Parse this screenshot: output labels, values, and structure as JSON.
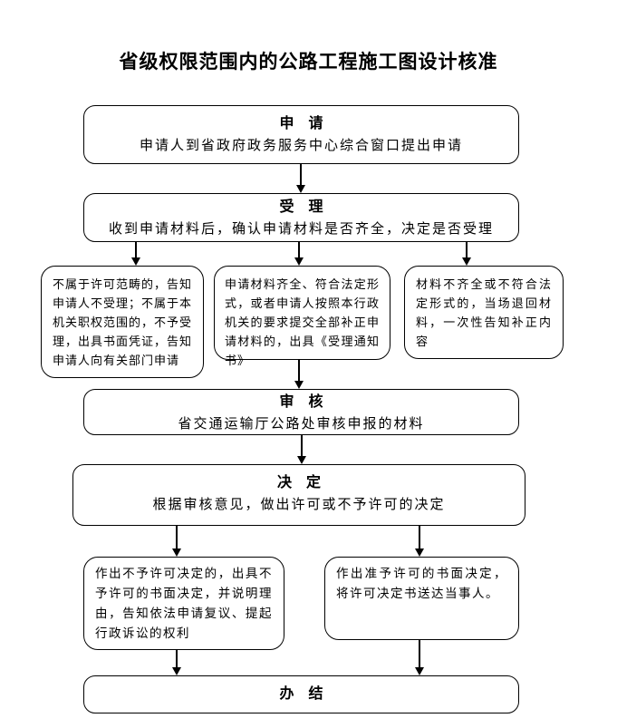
{
  "page_title": "省级权限范围内的公路工程施工图设计核准",
  "colors": {
    "ink": "#000000",
    "background": "#ffffff"
  },
  "flowchart": {
    "apply": {
      "heading": "申　请",
      "body": "申请人到省政府政务服务中心综合窗口提出申请"
    },
    "accept": {
      "heading": "受　理",
      "body": "收到申请材料后，确认申请材料是否齐全，决定是否受理"
    },
    "not_accepted": {
      "body": "不属于许可范畴的，告知申请人不受理；不属于本机关职权范围的，不予受理，出具书面凭证，告知申请人向有关部门申请"
    },
    "accepted": {
      "body": "申请材料齐全、符合法定形式，或者申请人按照本行政机关的要求提交全部补正申请材料的，出具《受理通知书》"
    },
    "returned": {
      "body": "材料不齐全或不符合法定形式的，当场退回材料，一次性告知补正内容"
    },
    "review": {
      "heading": "审　核",
      "body": "省交通运输厅公路处审核申报的材料"
    },
    "decision": {
      "heading": "决　定",
      "body": "根据审核意见，做出许可或不予许可的决定"
    },
    "deny": {
      "body": "作出不予许可决定的，出具不予许可的书面决定，并说明理由，告知依法申请复议、提起行政诉讼的权利"
    },
    "grant": {
      "body": "作出准予许可的书面决定，将许可决定书送达当事人。"
    },
    "complete": {
      "heading": "办　结"
    }
  }
}
